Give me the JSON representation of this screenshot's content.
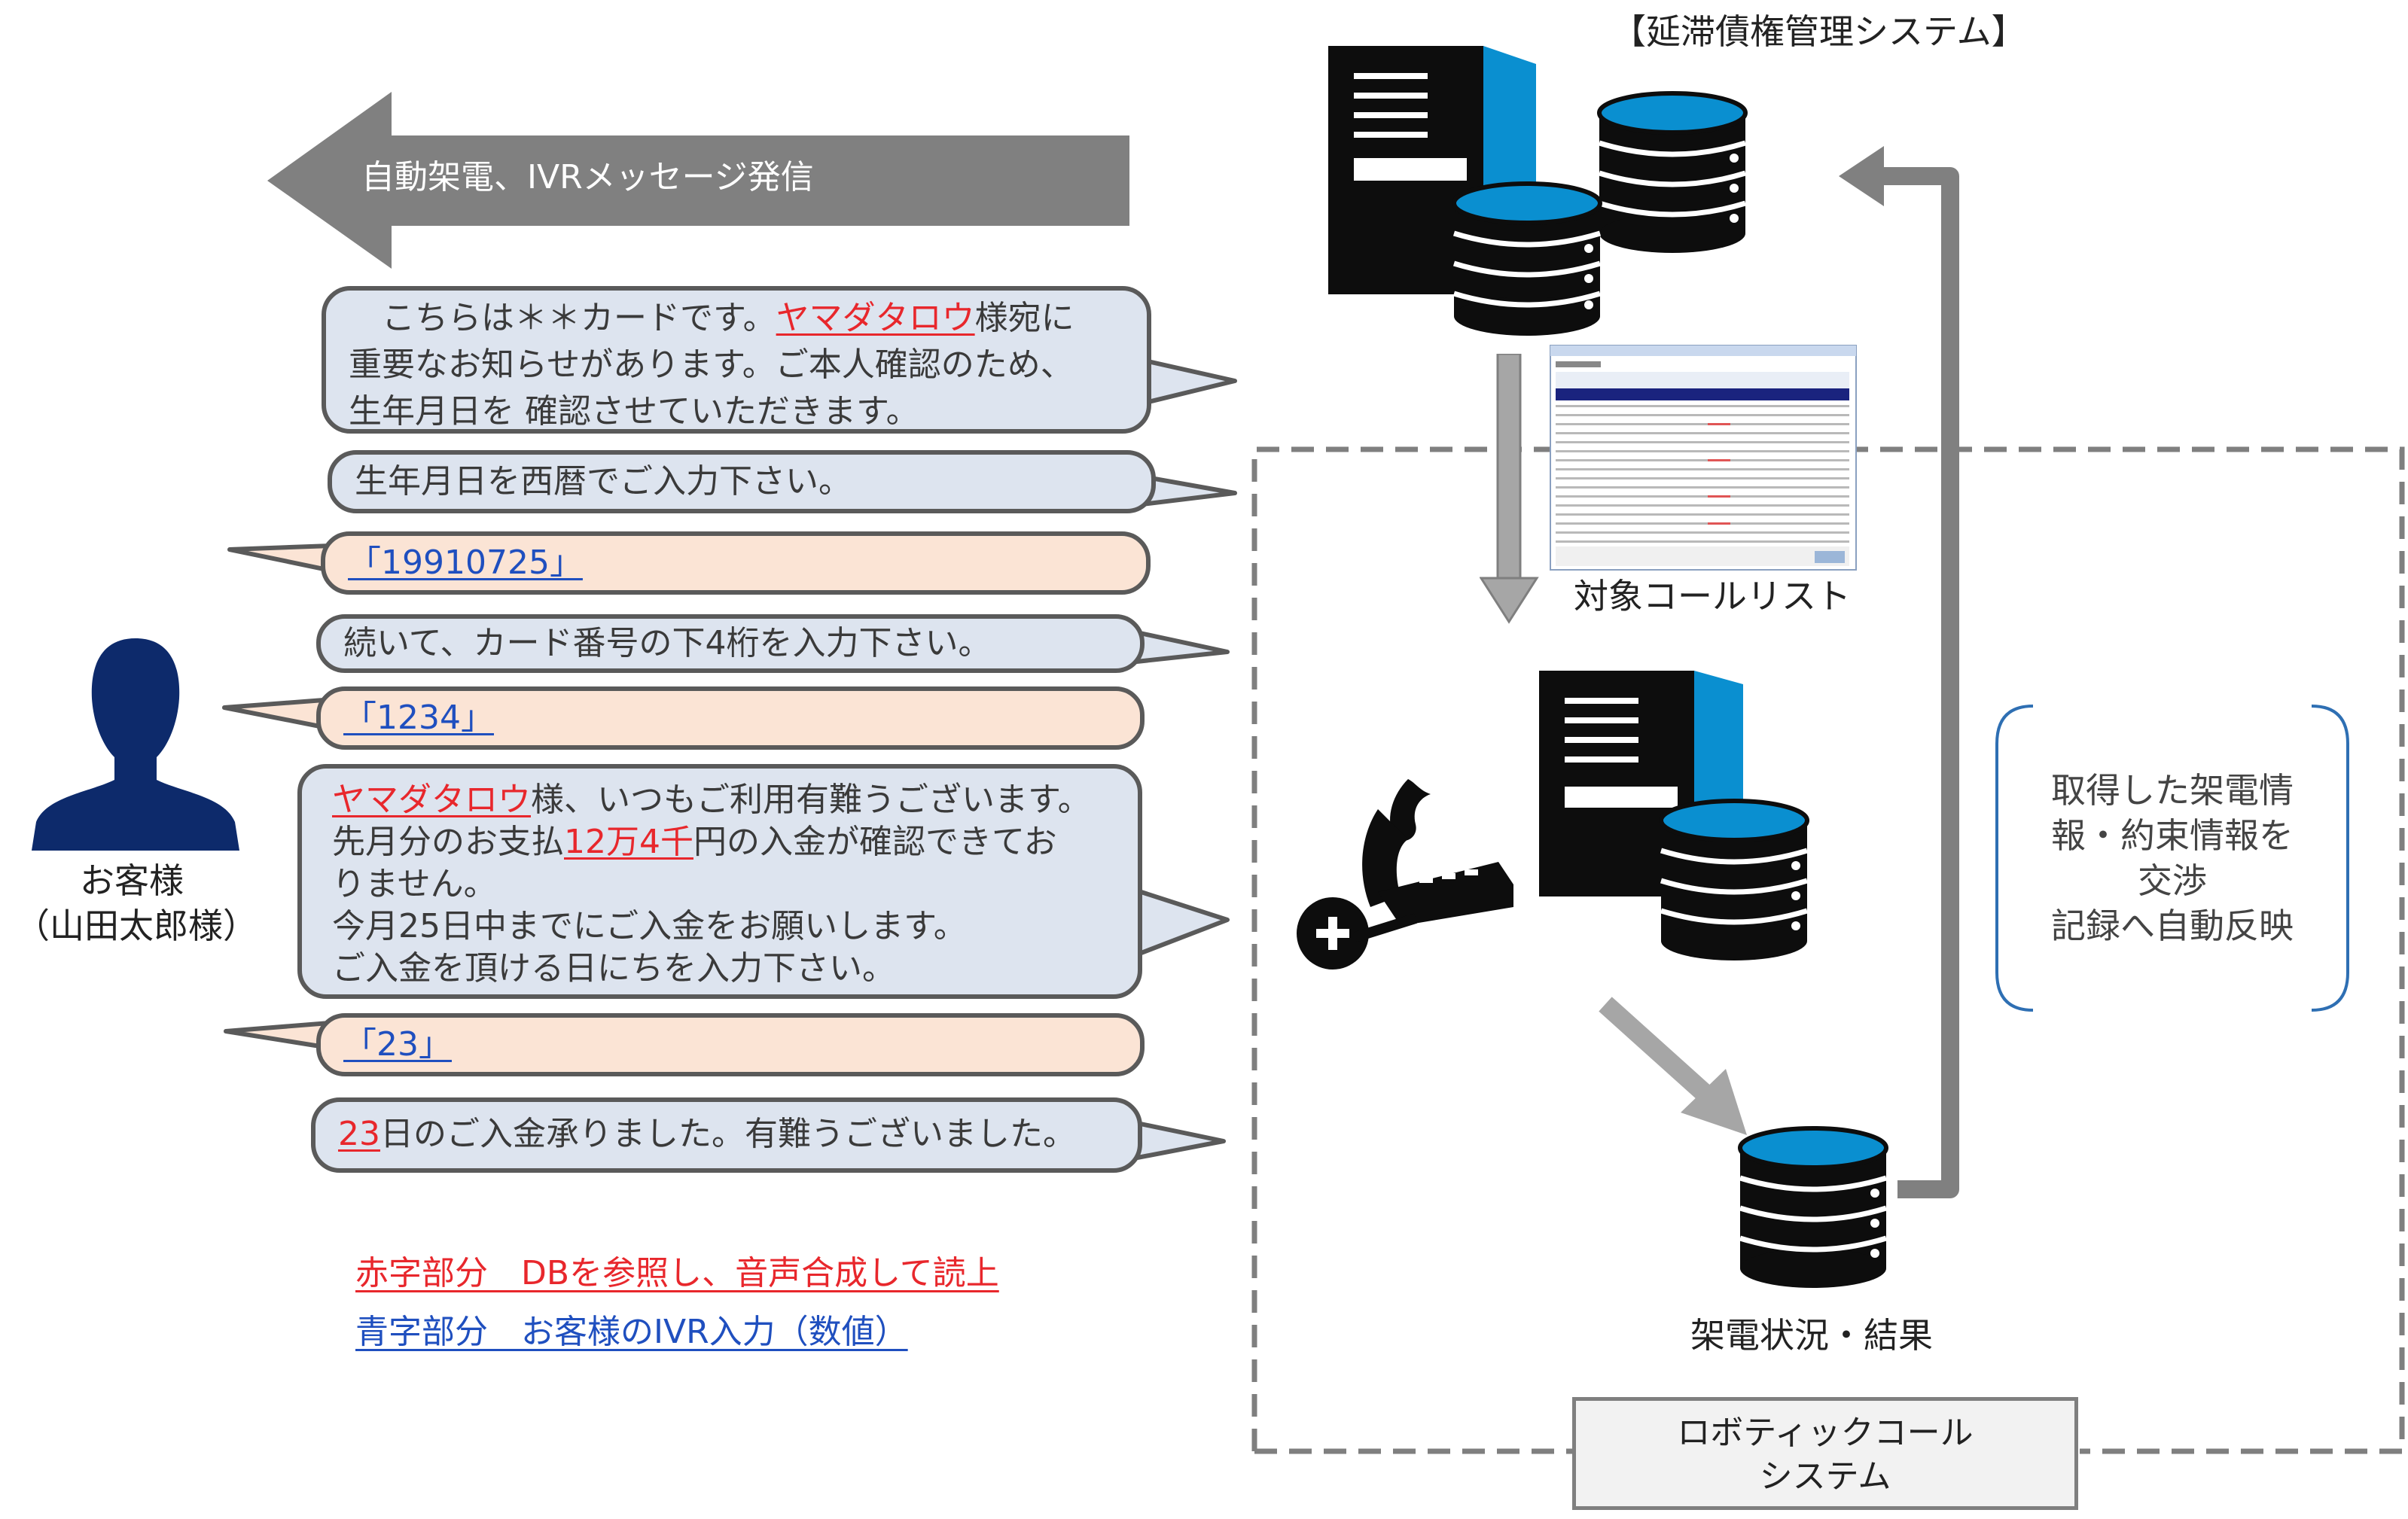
{
  "banner": {
    "text": "自動架電、IVRメッセージ発信"
  },
  "system_title": "【延滞債権管理システム】",
  "messages": {
    "m1": {
      "a": "　こちらは＊＊カードです。",
      "name": "ヤマダタロウ",
      "b": "様宛に",
      "line2": "重要なお知らせがあります。ご本人確認のため、",
      "line3": "生年月日を 確認させていただきます。"
    },
    "m2": {
      "text": "生年月日を西暦でご入力下さい。"
    },
    "r1": {
      "text": "「19910725」"
    },
    "m3": {
      "text": "続いて、カード番号の下4桁を入力下さい。"
    },
    "r2": {
      "text": "「1234」"
    },
    "m4": {
      "name": "ヤマダタロウ",
      "a": "様、いつもご利用有難うございます。",
      "line2a": "先月分のお支払",
      "amount": "12万4千",
      "line2b": "円の入金が確認できてお",
      "line3": "りません。",
      "line4": "今月25日中までにご入金をお願いします。",
      "line5": "ご入金を頂ける日にちを入力下さい。"
    },
    "r3": {
      "text": "「23」"
    },
    "m5": {
      "day": "23",
      "rest": "日のご入金承りました。有難うございました。"
    }
  },
  "customer": {
    "line1": "お客様",
    "line2": "（山田太郎様）"
  },
  "legend": {
    "red": "赤字部分　DBを参照し、音声合成して読上",
    "blue": "青字部分　お客様のIVR入力（数値）"
  },
  "call_list_label": "対象コールリスト",
  "result_label": "架電状況・結果",
  "feedback_note": {
    "line1": "取得した架電情",
    "line2": "報・約束情報を",
    "line3": "交渉",
    "line4": "記録へ自動反映"
  },
  "robotic_label": {
    "line1": "ロボティックコール",
    "line2": "システム"
  },
  "colors": {
    "db_blue": "#0a8fd0",
    "arrow_gray": "#808080",
    "bubble_blue": "#dde4ef",
    "bubble_peach": "#fbe4d5",
    "red_text": "#e8272c",
    "blue_text": "#1f4fbf",
    "person_navy": "#0d2a6b"
  }
}
